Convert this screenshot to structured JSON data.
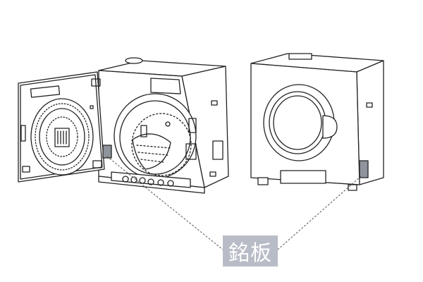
{
  "callout": {
    "label": "銘板",
    "box_color": "#b8bcc6",
    "text_color": "#ffffff",
    "plate_fill": "#8f949c",
    "leader_style": "dotted"
  },
  "figures": [
    {
      "name": "dryer-open-door-view"
    },
    {
      "name": "dryer-closed-front-view"
    }
  ]
}
